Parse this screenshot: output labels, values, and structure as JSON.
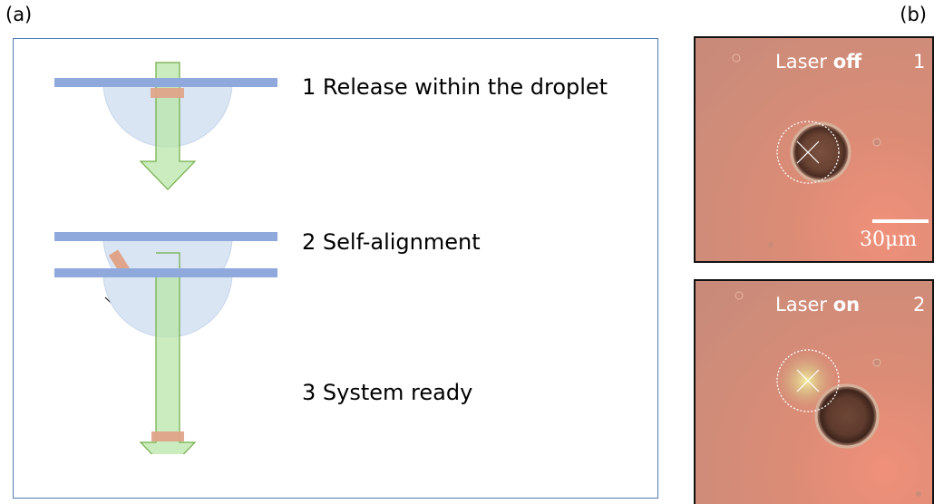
{
  "panel_a": {
    "label": "(a)",
    "steps": [
      {
        "text": "1 Release within the droplet"
      },
      {
        "text": "2 Self-alignment"
      },
      {
        "text": "3 System ready"
      }
    ]
  },
  "panel_b": {
    "label": "(b)",
    "frames": [
      {
        "laser_prefix": "Laser ",
        "laser_state": "off",
        "number": "1",
        "scale_label": "30μm"
      },
      {
        "laser_prefix": "Laser ",
        "laser_state": "on",
        "number": "2"
      }
    ]
  },
  "colors": {
    "slide": "#8fa9dc",
    "droplet": "#d9e5f3",
    "arrow_fill": "#b9e6a8",
    "arrow_stroke": "#70ad47",
    "particle": "#dfa48a",
    "panel_border": "#4f7cb4"
  }
}
